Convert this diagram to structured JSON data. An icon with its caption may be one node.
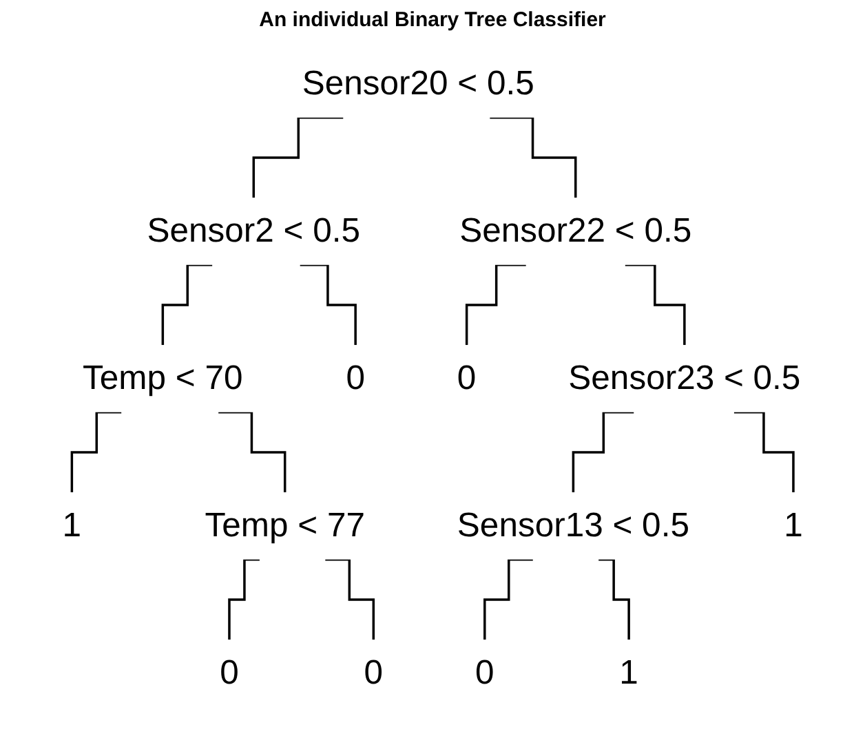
{
  "diagram": {
    "title": "An individual Binary Tree Classifier",
    "nodes": [
      {
        "text": [
          "Sensor20 < 0.5"
        ]
      },
      {
        "text": [
          "Sensor2 < 0.5"
        ]
      },
      {
        "text": [
          "Sensor22 < 0.5"
        ]
      },
      {
        "text": [
          "Temp < 70"
        ]
      },
      {
        "text": [
          "0"
        ]
      },
      {
        "text": [
          "0"
        ]
      },
      {
        "text": [
          "Sensor23 < 0.5"
        ]
      },
      {
        "text": [
          "1"
        ]
      },
      {
        "text": [
          "Temp < 77"
        ]
      },
      {
        "text": [
          "Sensor13 < 0.5"
        ]
      },
      {
        "text": [
          "1"
        ]
      },
      {
        "text": [
          "0"
        ]
      },
      {
        "text": [
          "0"
        ]
      },
      {
        "text": [
          "0"
        ]
      },
      {
        "text": [
          "1"
        ]
      }
    ],
    "edges": [
      {
        "from": 0,
        "to": 1,
        "arrow": "none"
      },
      {
        "from": 0,
        "to": 2,
        "arrow": "none"
      },
      {
        "from": 1,
        "to": 3,
        "arrow": "none"
      },
      {
        "from": 1,
        "to": 4,
        "arrow": "none"
      },
      {
        "from": 3,
        "to": 7,
        "arrow": "none"
      },
      {
        "from": 3,
        "to": 8,
        "arrow": "none"
      },
      {
        "from": 8,
        "to": 11,
        "arrow": "none"
      },
      {
        "from": 8,
        "to": 12,
        "arrow": "none"
      },
      {
        "from": 2,
        "to": 5,
        "arrow": "none"
      },
      {
        "from": 2,
        "to": 6,
        "arrow": "none"
      },
      {
        "from": 6,
        "to": 9,
        "arrow": "none"
      },
      {
        "from": 6,
        "to": 10,
        "arrow": "none"
      },
      {
        "from": 9,
        "to": 13,
        "arrow": "none"
      },
      {
        "from": 9,
        "to": 14,
        "arrow": "none"
      }
    ]
  }
}
